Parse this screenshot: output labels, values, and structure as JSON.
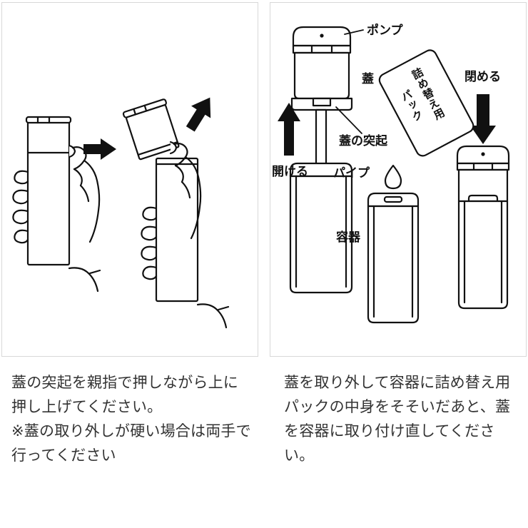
{
  "page": {
    "background_color": "#ffffff",
    "text_color": "#333333",
    "panel_border_color": "#d8d8d8",
    "ink_color": "#111111"
  },
  "panels": [
    {
      "id": "panel-open-lid",
      "caption": "蓋の突起を親指で押しながら上に押し上げてください。\n※蓋の取り外しが硬い場合は両手で行ってください",
      "figure": {
        "name": "hand-pressing-lid-protrusion",
        "steps": [
          "hand-holding-bottle-thumb-press",
          "hand-lifting-lid-off-bottle"
        ],
        "arrows": [
          {
            "name": "press-arrow",
            "direction": "left"
          },
          {
            "name": "lift-arrow",
            "direction": "up-left-diagonal"
          }
        ]
      }
    },
    {
      "id": "panel-refill",
      "caption": "蓋を取り外して容器に詰め替え用パックの中身をそそいだあと、蓋を容器に取り付け直してください。",
      "figure": {
        "name": "refill-procedure",
        "labels": [
          {
            "name": "label-pump",
            "text": "ポンプ"
          },
          {
            "name": "label-lid",
            "text": "蓋"
          },
          {
            "name": "label-lid-protrusion",
            "text": "蓋の突起"
          },
          {
            "name": "label-pipe",
            "text": "パイプ"
          },
          {
            "name": "label-open",
            "text": "開ける"
          },
          {
            "name": "label-container",
            "text": "容器"
          },
          {
            "name": "label-close",
            "text": "閉める"
          }
        ],
        "refill_pack": {
          "name": "refill-pack",
          "line1": "詰め替え用",
          "line2": "パック",
          "rotation_deg": -28
        },
        "arrows": [
          {
            "name": "open-arrow",
            "direction": "up",
            "label": "開ける"
          },
          {
            "name": "close-arrow",
            "direction": "down",
            "label": "閉める"
          }
        ],
        "droplet": {
          "name": "liquid-droplet"
        }
      }
    }
  ]
}
